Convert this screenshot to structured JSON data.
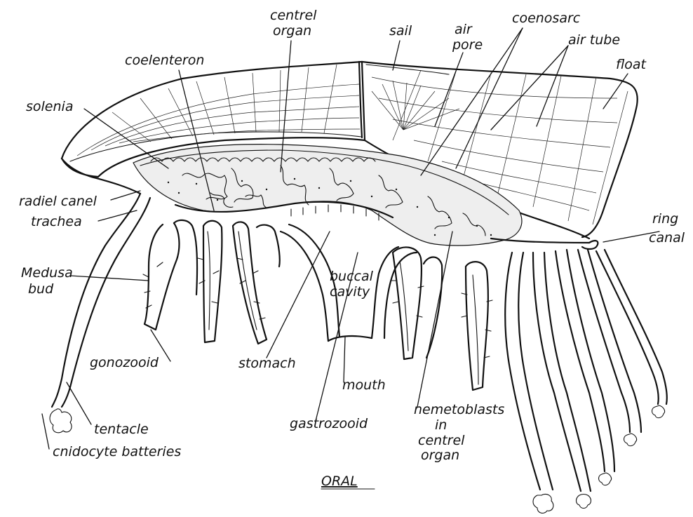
{
  "labels": {
    "central_organ_top": [
      "centrel",
      "organ"
    ],
    "coelenteron": "coelenteron",
    "sail": "sail",
    "air_pore": [
      "air",
      "pore"
    ],
    "coenosarc": "coenosarc",
    "air_tube": "air tube",
    "float": "float",
    "solenia": "solenia",
    "radial_canal": "radiel canel",
    "trachea": "trachea",
    "ring_canal": [
      "ring",
      "canal"
    ],
    "medusa_bud": [
      "Medusa",
      "bud"
    ],
    "buccal_cavity": [
      "buccal",
      "cavity"
    ],
    "gonozooid": "gonozooid",
    "stomach": "stomach",
    "mouth": "mouth",
    "gastrozooid": "gastrozooid",
    "nematoblasts": [
      "nemetoblasts",
      "in",
      "centrel",
      "organ"
    ],
    "tentacle": "tentacle",
    "cnidocyte_batteries": "cnidocyte batteries",
    "oral": "ORAL"
  }
}
